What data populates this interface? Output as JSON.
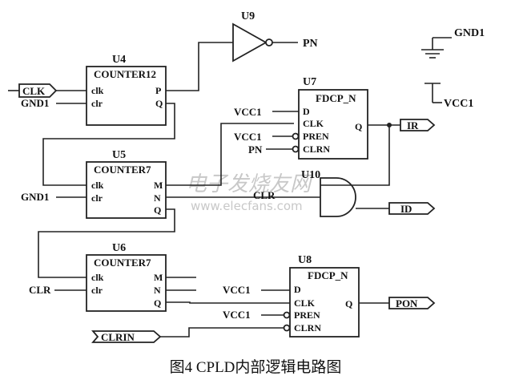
{
  "caption": "图4   CPLD内部逻辑电路图",
  "watermark": {
    "cn": "电子发烧友网",
    "url": "www.elecfans.com"
  },
  "components": {
    "u4": {
      "ref": "U4",
      "type": "COUNTER12",
      "pins": {
        "clk": "clk",
        "clr": "clr",
        "p": "P",
        "q": "Q"
      }
    },
    "u5": {
      "ref": "U5",
      "type": "COUNTER7",
      "pins": {
        "clk": "clk",
        "clr": "clr",
        "m": "M",
        "n": "N",
        "q": "Q"
      }
    },
    "u6": {
      "ref": "U6",
      "type": "COUNTER7",
      "pins": {
        "clk": "clk",
        "clr": "clr",
        "m": "M",
        "n": "N",
        "q": "Q"
      }
    },
    "u7": {
      "ref": "U7",
      "type": "FDCP_N",
      "pins": {
        "d": "D",
        "clk": "CLK",
        "pren": "PREN",
        "clrn": "CLRN",
        "q": "Q"
      }
    },
    "u8": {
      "ref": "U8",
      "type": "FDCP_N",
      "pins": {
        "d": "D",
        "clk": "CLK",
        "pren": "PREN",
        "clrn": "CLRN",
        "q": "Q"
      }
    },
    "u9": {
      "ref": "U9"
    },
    "u10": {
      "ref": "U10"
    }
  },
  "nets": {
    "gnd1_top": "GND1",
    "vcc1_top": "VCC1",
    "clk_in": "CLK",
    "gnd1_u4": "GND1",
    "gnd1_u5": "GND1",
    "clr_u6": "CLR",
    "clr_gate": "CLR",
    "pn_out": "PN",
    "u7_d": "VCC1",
    "u7_pren": "VCC1",
    "u7_clrn": "PN",
    "ir_out": "IR",
    "id_out": "ID",
    "u8_d": "VCC1",
    "u8_pren": "VCC1",
    "clrin_in": "CLRIN",
    "pon_out": "PON"
  }
}
